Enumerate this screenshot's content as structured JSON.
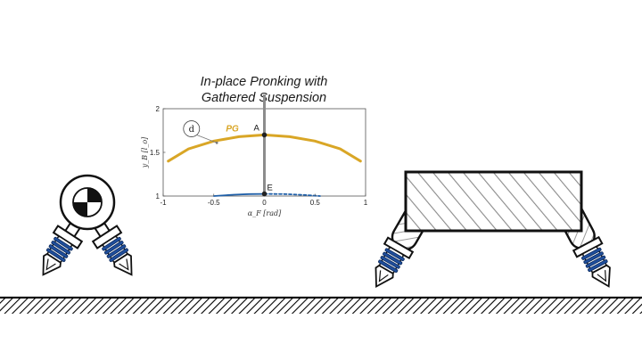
{
  "title_line1": "In-place Pronking with",
  "title_line2": "Gathered Suspension",
  "colors": {
    "pg_curve": "#d9a626",
    "blue_curve": "#1f5fa8",
    "spring_blue": "#1f4e9c",
    "hatch": "#888888",
    "ground": "#000000"
  },
  "chart_data": {
    "type": "line",
    "xlabel": "α_F [rad]",
    "ylabel": "y_B [l_o]",
    "xlim": [
      -1,
      1
    ],
    "ylim": [
      1,
      2
    ],
    "xticks": [
      "-1",
      "-0.5",
      "0",
      "0.5",
      "1"
    ],
    "yticks": [
      "1",
      "1.5",
      "2"
    ],
    "series": [
      {
        "name": "PG",
        "style": "solid",
        "x": [
          -0.95,
          -0.75,
          -0.5,
          -0.25,
          0,
          0.25,
          0.5,
          0.75,
          0.95
        ],
        "y": [
          1.4,
          1.54,
          1.63,
          1.68,
          1.7,
          1.68,
          1.63,
          1.54,
          1.4
        ]
      },
      {
        "name": "",
        "style": "solid",
        "x": [
          -0.5,
          -0.3,
          -0.15,
          0
        ],
        "y": [
          1.0,
          1.015,
          1.022,
          1.025
        ]
      },
      {
        "name": "",
        "style": "dashed",
        "x": [
          0,
          0.2,
          0.4,
          0.55
        ],
        "y": [
          1.025,
          1.022,
          1.012,
          1.0
        ]
      }
    ],
    "vertical_line_x": 0,
    "points": [
      {
        "label": "A",
        "x": 0,
        "y": 1.7
      },
      {
        "label": "E",
        "x": 0,
        "y": 1.025
      }
    ],
    "annotation": {
      "label": "d",
      "x": -0.47,
      "y": 1.61
    }
  }
}
